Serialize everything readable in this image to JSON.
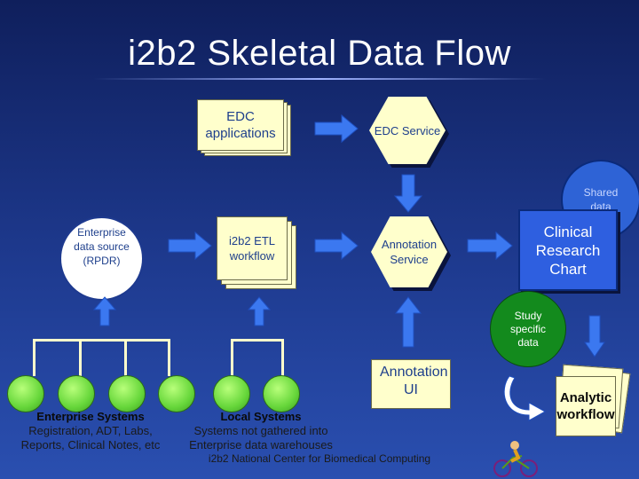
{
  "slide": {
    "title": "i2b2 Skeletal Data Flow",
    "footer": "i2b2 National Center for Biomedical Computing"
  },
  "nodes": {
    "edc_applications": "EDC applications",
    "edc_service": "EDC Service",
    "shared_data": "Shared data",
    "enterprise_data_source": "Enterprise data source (RPDR)",
    "i2b2_etl_workflow": "i2b2 ETL workflow",
    "annotation_service": "Annotation Service",
    "clinical_research_chart": "Clinical Research Chart",
    "study_specific_data": "Study specific data",
    "annotation_ui": "Annotation UI",
    "analytic_workflow": "Analytic workflow"
  },
  "captions": {
    "enterprise_systems_title": "Enterprise Systems",
    "enterprise_systems_line1": "Registration, ADT, Labs,",
    "enterprise_systems_line2": "Reports, Clinical Notes, etc",
    "local_systems_title": "Local Systems",
    "local_systems_line1": "Systems not gathered into",
    "local_systems_line2": "Enterprise data warehouses"
  },
  "colors": {
    "background_top": "#0f1f5c",
    "background_bottom": "#2a4fb0",
    "box_fill": "#ffffcc",
    "box_text": "#1e3f8c",
    "arrow_blue": "#3b78f0",
    "chart_blue": "#2e5fe0",
    "study_green": "#138a1d",
    "node_green": "#66d63a"
  }
}
